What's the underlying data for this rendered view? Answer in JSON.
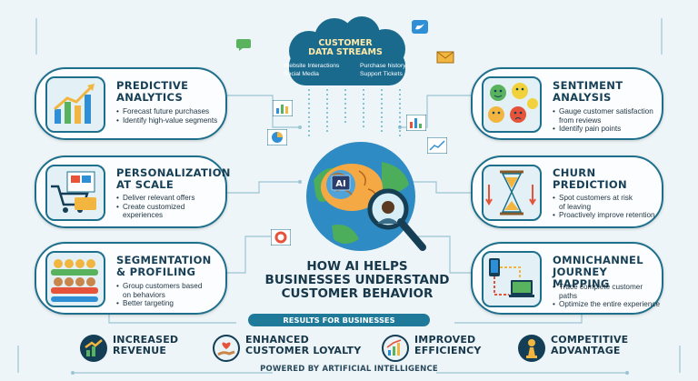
{
  "cloud": {
    "title_line1": "CUSTOMER",
    "title_line2": "DATA STREAMS",
    "items": [
      "Website Interactions",
      "Purchase history",
      "Social Media",
      "Support Tickets"
    ]
  },
  "headline": {
    "line1": "HOW AI HELPS",
    "line2": "BUSINESSES UNDERSTAND",
    "line3": "CUSTOMER BEHAVIOR"
  },
  "center": {
    "ai_label": "AI"
  },
  "cards": {
    "predictive": {
      "title_line1": "PREDICTIVE",
      "title_line2": "ANALYTICS",
      "bullets": [
        "Forecast future purchases",
        "Identify high-value segments"
      ],
      "icon": "rising-chart-icon"
    },
    "personalization": {
      "title_line1": "PERSONALIZATION",
      "title_line2": "AT SCALE",
      "bullets": [
        "Deliver relevant offers",
        "Create customized",
        "experiences"
      ],
      "icon": "shopping-cart-icon"
    },
    "segmentation": {
      "title_line1": "SEGMENTATION",
      "title_line2": "& PROFILING",
      "bullets": [
        "Group customers based",
        "on behaviors",
        "Better targeting"
      ],
      "icon": "people-groups-icon"
    },
    "sentiment": {
      "title_line1": "SENTIMENT",
      "title_line2": "ANALYSIS",
      "bullets": [
        "Gauge customer satisfaction",
        "from reviews",
        "Identify pain points"
      ],
      "icon": "emoji-faces-icon"
    },
    "churn": {
      "title_line1": "CHURN",
      "title_line2": "PREDICTION",
      "bullets": [
        "Spot customers at risk",
        "of leaving",
        "Proactively improve retention"
      ],
      "icon": "hourglass-icon"
    },
    "omnichannel": {
      "title_line1": "OMNICHANNEL",
      "title_line2": "JOURNEY MAPPING",
      "bullets": [
        "Trace complete customer paths",
        "Optimize the entire experience"
      ],
      "icon": "devices-path-icon"
    }
  },
  "results": {
    "bar_label": "RESULTS FOR BUSINESSES",
    "items": [
      {
        "line1": "INCREASED",
        "line2": "REVENUE",
        "icon": "growth-arrow-icon"
      },
      {
        "line1": "ENHANCED",
        "line2": "CUSTOMER LOYALTY",
        "icon": "heart-hand-icon"
      },
      {
        "line1": "IMPROVED",
        "line2": "EFFICIENCY",
        "icon": "bar-chart-icon"
      },
      {
        "line1": "COMPETITIVE",
        "line2": "ADVANTAGE",
        "icon": "chess-pawn-icon"
      }
    ]
  },
  "footer": {
    "powered_by": "POWERED BY ARTIFICIAL INTELLIGENCE"
  },
  "colors": {
    "border": "#1d6f8c",
    "dark_text": "#163f55",
    "accent_bar": "#1f7a9a",
    "cloud": "#1a6a8e",
    "background": "#eef5f8"
  }
}
